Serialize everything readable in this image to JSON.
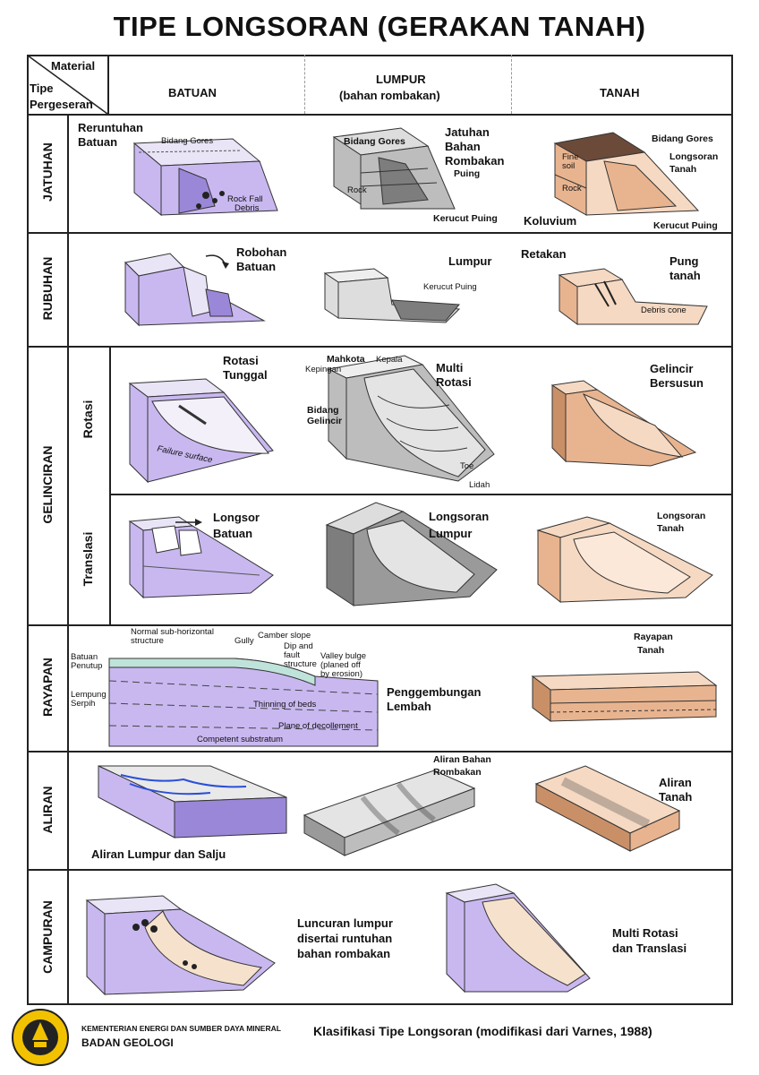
{
  "title": "TIPE LONGSORAN (GERAKAN TANAH)",
  "header": {
    "corner_material": "Material",
    "corner_tipe": "Tipe",
    "corner_pergeseran": "Pergeseran",
    "col_batuan": "BATUAN",
    "col_lumpur": "LUMPUR",
    "col_lumpur_sub": "(bahan rombakan)",
    "col_tanah": "TANAH"
  },
  "rows": {
    "jatuhan": "JATUHAN",
    "rubuhan": "RUBUHAN",
    "gelinciran": "GELINCIRAN",
    "rotasi": "Rotasi",
    "translasi": "Translasi",
    "rayapan": "RAYAPAN",
    "aliran": "ALIRAN",
    "campuran": "CAMPURAN"
  },
  "labels": {
    "runtuhan1": "Reruntuhan",
    "runtuhan2": "Batuan",
    "bidang_gores": "Bidang Gores",
    "rock_fall1": "Rock Fall",
    "rock_fall2": "Debris",
    "jatuhan_bahan1": "Jatuhan",
    "jatuhan_bahan2": "Bahan",
    "jatuhan_bahan3": "Rombakan",
    "puing": "Puing",
    "rock": "Rock",
    "kerucut_puing": "Kerucut Puing",
    "fine_soil1": "Fine",
    "fine_soil2": "soil",
    "longsoran_tanah1": "Longsoran",
    "longsoran_tanah2": "Tanah",
    "koluvium": "Koluvium",
    "robohan1": "Robohan",
    "robohan2": "Batuan",
    "lumpur": "Lumpur",
    "retakan": "Retakan",
    "pung1": "Pung",
    "pung2": "tanah",
    "debris_cone": "Debris cone",
    "rotasi_tunggal1": "Rotasi",
    "rotasi_tunggal2": "Tunggal",
    "failure_surface": "Failure surface",
    "mahkota": "Mahkota",
    "kepala": "Kepala",
    "kepingan": "Kepingan",
    "multi1": "Multi",
    "multi2": "Rotasi",
    "bidang_gelincir1": "Bidang",
    "bidang_gelincir2": "Gelincir",
    "toe": "Toe",
    "lidah": "Lidah",
    "gelincir1": "Gelincir",
    "gelincir2": "Bersusun",
    "longsor_batuan1": "Longsor",
    "longsor_batuan2": "Batuan",
    "longsoran_lumpur1": "Longsoran",
    "longsoran_lumpur2": "Lumpur",
    "longsoran_tanah_b1": "Longsoran",
    "longsoran_tanah_b2": "Tanah",
    "normal_sub1": "Normal sub-horizontal",
    "normal_sub2": "structure",
    "camber": "Camber slope",
    "gully": "Gully",
    "dip1": "Dip and",
    "dip2": "fault",
    "dip3": "structure",
    "valley1": "Valley bulge",
    "valley2": "(planed off",
    "valley3": "by erosion)",
    "batuan_penutup1": "Batuan",
    "batuan_penutup2": "Penutup",
    "lempung1": "Lempung",
    "lempung2": "Serpih",
    "thinning": "Thinning of beds",
    "plane": "Plane of decollement",
    "competent": "Competent substratum",
    "penggembungan1": "Penggembungan",
    "penggembungan2": "Lembah",
    "rayapan_tanah1": "Rayapan",
    "rayapan_tanah2": "Tanah",
    "aliran_lumpur_salju": "Aliran Lumpur dan Salju",
    "aliran_bahan1": "Aliran Bahan",
    "aliran_bahan2": "Rombakan",
    "aliran_tanah1": "Aliran",
    "aliran_tanah2": "Tanah",
    "luncuran1": "Luncuran lumpur",
    "luncuran2": "disertai runtuhan",
    "luncuran3": "bahan rombakan",
    "multi_rt1": "Multi Rotasi",
    "multi_rt2": "dan Translasi"
  },
  "footer": {
    "ministry": "KEMENTERIAN ENERGI DAN SUMBER DAYA MINERAL",
    "agency": "BADAN GEOLOGI",
    "caption": "Klasifikasi Tipe Longsoran (modifikasi dari Varnes, 1988)"
  },
  "colors": {
    "rock": "#c9b8f0",
    "rock_dark": "#9b87d8",
    "mud": "#bdbdbd",
    "mud_dark": "#7d7d7d",
    "soil": "#e8b48f",
    "soil_light": "#f6d9c2",
    "logo_yellow": "#f2c200"
  }
}
